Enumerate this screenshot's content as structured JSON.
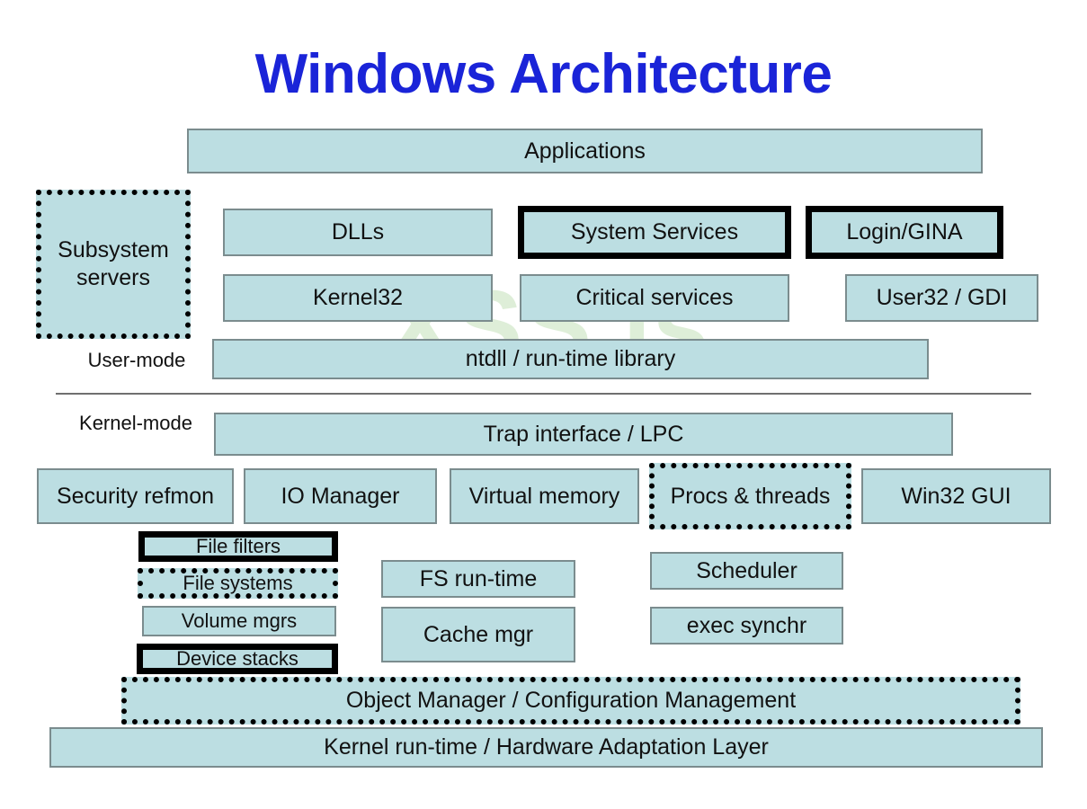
{
  "title": "Windows Architecture",
  "watermark": "XSS.is",
  "colors": {
    "title": "#1a24d8",
    "box_fill": "#bcdee2",
    "thin_border": "#7b8c8e",
    "emphasis_border": "#000000",
    "watermark": "#d9ecd2",
    "background": "#ffffff"
  },
  "mode_labels": {
    "user": "User-mode",
    "kernel": "Kernel-mode"
  },
  "boxes": {
    "applications": {
      "label": "Applications",
      "border": "thin"
    },
    "subsystem_servers": {
      "label": "Subsystem servers",
      "border": "dotted"
    },
    "dlls": {
      "label": "DLLs",
      "border": "thin"
    },
    "system_services": {
      "label": "System Services",
      "border": "thick"
    },
    "login_gina": {
      "label": "Login/GINA",
      "border": "thick"
    },
    "kernel32": {
      "label": "Kernel32",
      "border": "thin"
    },
    "critical_services": {
      "label": "Critical services",
      "border": "thin"
    },
    "user32_gdi": {
      "label": "User32 / GDI",
      "border": "thin"
    },
    "ntdll": {
      "label": "ntdll / run-time library",
      "border": "thin"
    },
    "trap_interface": {
      "label": "Trap interface / LPC",
      "border": "thin"
    },
    "security_refmon": {
      "label": "Security refmon",
      "border": "thin"
    },
    "io_manager": {
      "label": "IO Manager",
      "border": "thin"
    },
    "virtual_memory": {
      "label": "Virtual memory",
      "border": "thin"
    },
    "procs_threads": {
      "label": "Procs & threads",
      "border": "dotted"
    },
    "win32_gui": {
      "label": "Win32 GUI",
      "border": "thin"
    },
    "file_filters": {
      "label": "File filters",
      "border": "thick"
    },
    "file_systems": {
      "label": "File systems",
      "border": "dotted"
    },
    "volume_mgrs": {
      "label": "Volume mgrs",
      "border": "thin"
    },
    "device_stacks": {
      "label": "Device stacks",
      "border": "thick"
    },
    "fs_runtime": {
      "label": "FS run-time",
      "border": "thin"
    },
    "cache_mgr": {
      "label": "Cache mgr",
      "border": "thin"
    },
    "scheduler": {
      "label": "Scheduler",
      "border": "thin"
    },
    "exec_synchr": {
      "label": "exec synchr",
      "border": "thin"
    },
    "object_manager": {
      "label": "Object Manager / Configuration Management",
      "border": "dotted"
    },
    "kernel_runtime_hal": {
      "label": "Kernel run-time / Hardware Adaptation Layer",
      "border": "thin"
    }
  }
}
